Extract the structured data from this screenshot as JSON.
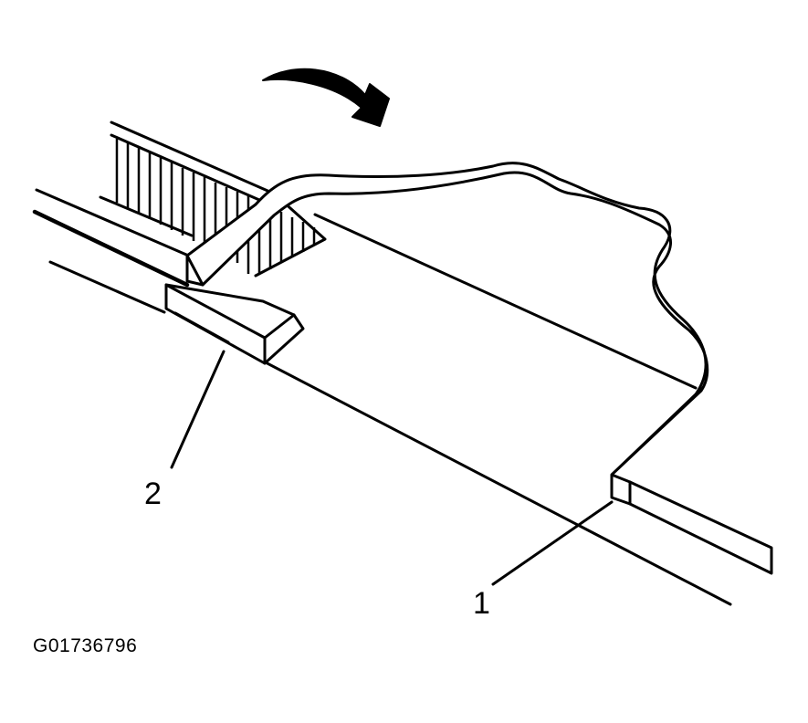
{
  "callouts": [
    {
      "id": "1",
      "label": "1"
    },
    {
      "id": "2",
      "label": "2"
    }
  ],
  "figure_id": "G01736796",
  "colors": {
    "line": "#000000",
    "background": "#ffffff"
  }
}
